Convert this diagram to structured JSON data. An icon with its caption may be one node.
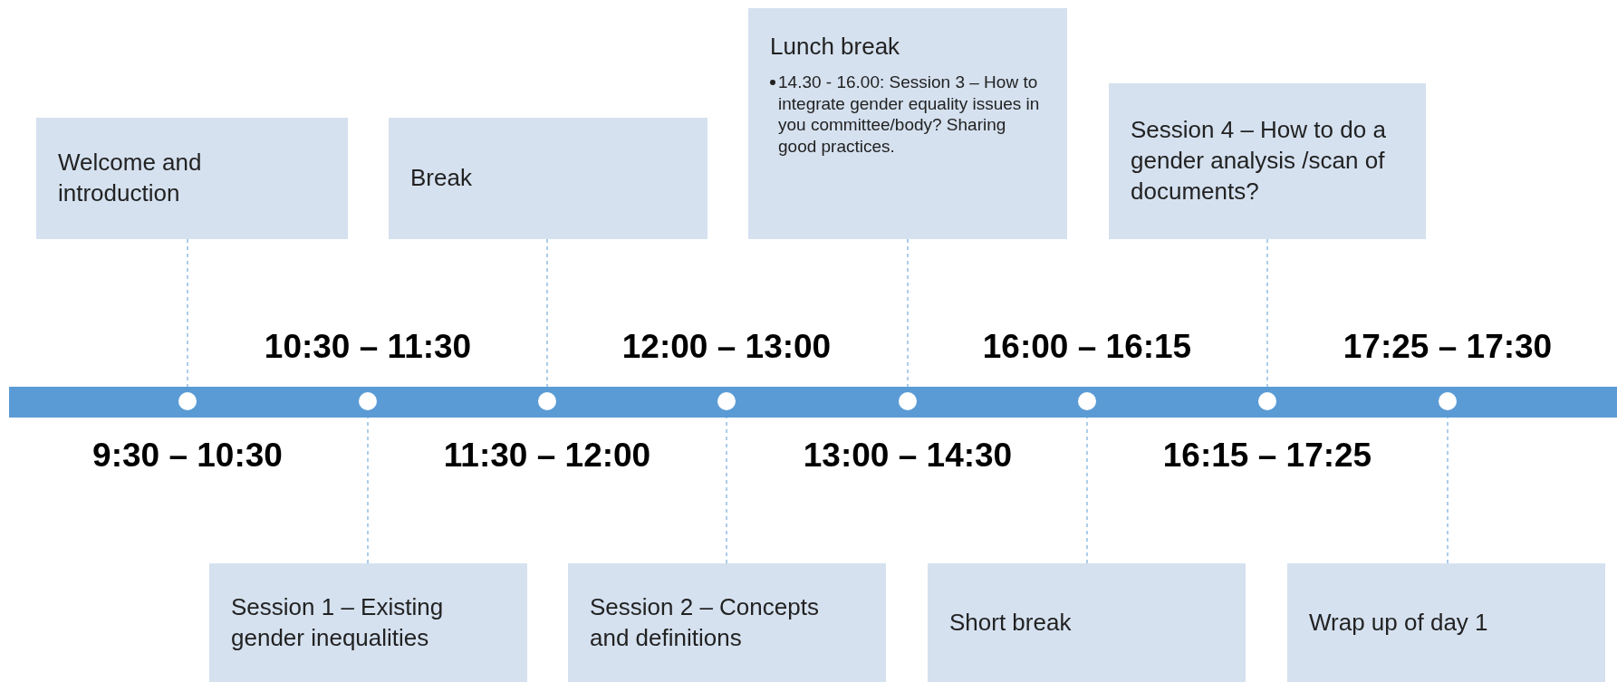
{
  "diagram": {
    "nodes": [
      {
        "text": [
          "Welcome and introduction"
        ]
      },
      {
        "text": [
          "Break"
        ]
      },
      {
        "text": [
          "Lunch break",
          "14.30 - 16.00: Session 3 – How to integrate gender equality issues in you committee/body? Sharing good practices."
        ]
      },
      {
        "text": [
          "Session 4 – How to do a gender analysis /scan of documents?"
        ]
      },
      {
        "text": [],
        "shape": "circle",
        "beside": [
          "9:30 – 10:30"
        ]
      },
      {
        "text": [],
        "shape": "circle",
        "beside": [
          "10:30 – 11:30"
        ]
      },
      {
        "text": [],
        "shape": "circle",
        "beside": [
          "11:30 – 12:00"
        ]
      },
      {
        "text": [],
        "shape": "circle",
        "beside": [
          "12:00 – 13:00"
        ]
      },
      {
        "text": [],
        "shape": "circle",
        "beside": [
          "13:00 – 14:30"
        ]
      },
      {
        "text": [],
        "shape": "circle",
        "beside": [
          "16:00 – 16:15"
        ]
      },
      {
        "text": [],
        "shape": "circle",
        "beside": [
          "16:15 – 17:25"
        ]
      },
      {
        "text": [],
        "shape": "circle",
        "beside": [
          "17:25 – 17:30"
        ]
      },
      {
        "text": [
          "Session 1 – Existing gender inequalities"
        ]
      },
      {
        "text": [
          "Session 2 – Concepts and definitions"
        ]
      },
      {
        "text": [
          "Short break"
        ]
      },
      {
        "text": [
          "Wrap up of day 1"
        ]
      }
    ],
    "edges": [
      {
        "from": 0,
        "to": 4,
        "arrow": "none",
        "style": "dashed"
      },
      {
        "from": 1,
        "to": 6,
        "arrow": "none",
        "style": "dashed"
      },
      {
        "from": 2,
        "to": 8,
        "arrow": "none",
        "style": "dashed"
      },
      {
        "from": 3,
        "to": 10,
        "arrow": "none",
        "style": "dashed"
      },
      {
        "from": 12,
        "to": 5,
        "arrow": "none",
        "style": "dashed"
      },
      {
        "from": 13,
        "to": 7,
        "arrow": "none",
        "style": "dashed"
      },
      {
        "from": 14,
        "to": 9,
        "arrow": "none",
        "style": "dashed"
      },
      {
        "from": 15,
        "to": 11,
        "arrow": "none",
        "style": "dashed"
      }
    ]
  }
}
